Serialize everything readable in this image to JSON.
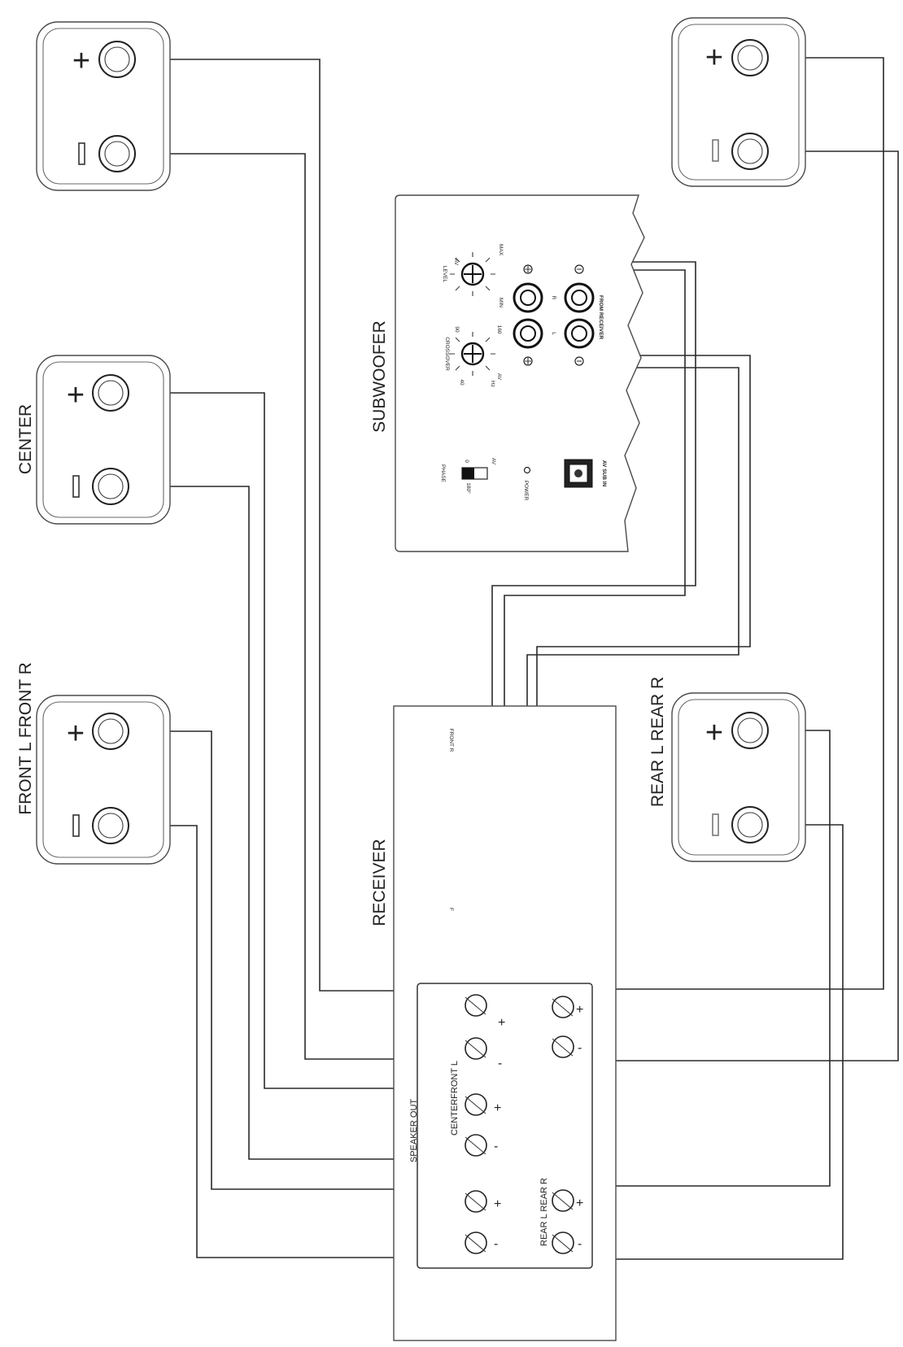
{
  "labels": {
    "front": "FRONT L FRONT R",
    "center": "CENTER",
    "subwoofer": "SUBWOOFER",
    "receiver": "RECEIVER",
    "rear": "REAR L REAR R",
    "speaker_out": "SPEAKER OUT",
    "center_front_l": "CENTERFRONT L",
    "rear_l_rear_r": "REAR L REAR R",
    "front_r": "FRONT R",
    "f": "F"
  },
  "subwoofer_panel": {
    "phase": "PHASE",
    "phase_0": "0",
    "phase_180": "180°",
    "power": "POWER",
    "av_sub_in": "AV SUB IN",
    "crossover": "CROSSOVER",
    "crossover_min": "40",
    "crossover_mid": "90",
    "crossover_max": "160",
    "crossover_av": "AV",
    "hz": "Hz",
    "level": "LEVEL",
    "level_min": "MIN",
    "level_max": "MAX",
    "level_av": "AV",
    "channel_l": "L",
    "channel_r": "R",
    "from_receiver": "FROM RECEIVER"
  },
  "symbols": {
    "plus": "+",
    "minus": "-"
  }
}
